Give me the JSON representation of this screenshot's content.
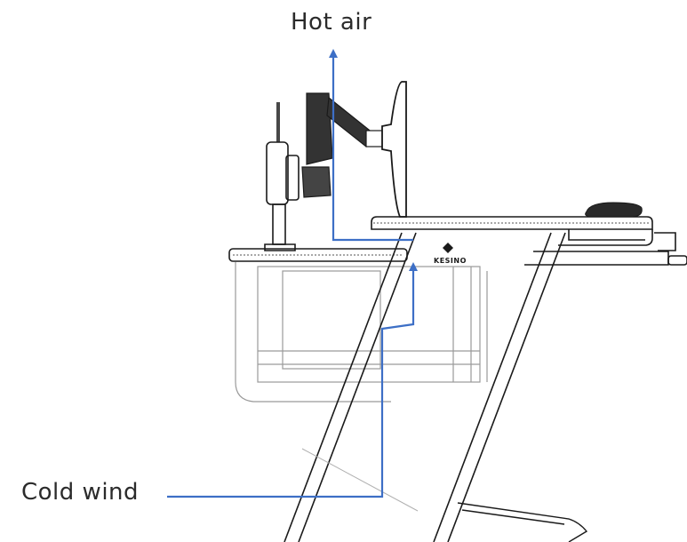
{
  "labels": {
    "hot_air": "Hot air",
    "cold_wind": "Cold wind"
  },
  "brand": {
    "name": "KESINO"
  },
  "colors": {
    "airflow_arrow": "#3d6fc6",
    "line_art": "#1a1a1a",
    "faint_line": "#9a9a9a",
    "label_text": "#2b2b2b"
  }
}
